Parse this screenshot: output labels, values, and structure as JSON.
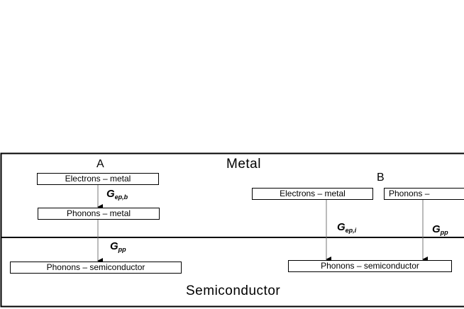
{
  "regions": {
    "metal": "Metal",
    "semiconductor": "Semiconductor"
  },
  "config_a": {
    "letter": "A",
    "electrons_metal": "Electrons – metal",
    "phonons_metal": "Phonons – metal",
    "phonons_semiconductor": "Phonons – semiconductor",
    "g_ep_symbol": "G",
    "g_ep_subscript": "ep,b",
    "g_pp_symbol": "G",
    "g_pp_subscript": "pp"
  },
  "config_b": {
    "letter": "B",
    "electrons_metal": "Electrons – metal",
    "phonons_metal": "Phonons –",
    "phonons_semiconductor": "Phonons – semiconductor",
    "g_ep_symbol": "G",
    "g_ep_subscript": "ep,i",
    "g_pp_symbol": "G",
    "g_pp_subscript": "pp"
  },
  "colors": {
    "line": "#000000",
    "background": "#ffffff",
    "arrow_line": "#777777"
  }
}
